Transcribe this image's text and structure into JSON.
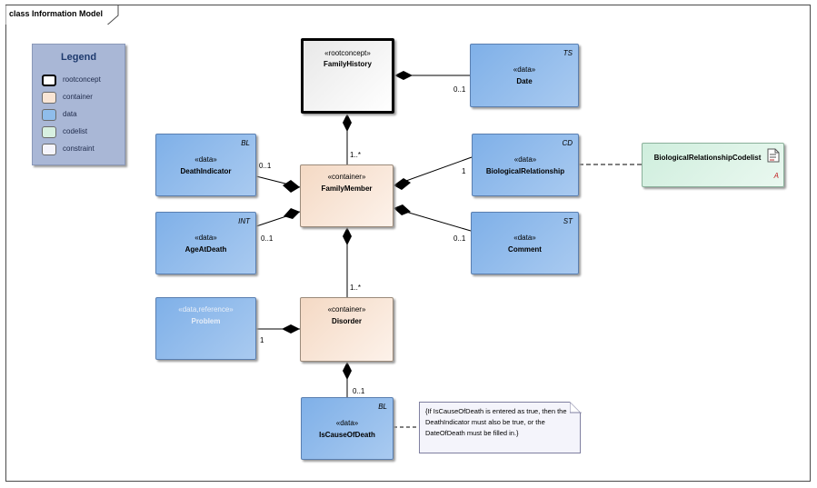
{
  "frame": {
    "title": "class Information Model"
  },
  "legend": {
    "title": "Legend",
    "items": [
      {
        "label": "rootconcept",
        "color": "#ffffff"
      },
      {
        "label": "container",
        "color": "#f9e5d5"
      },
      {
        "label": "data",
        "color": "#8fbdeb"
      },
      {
        "label": "codelist",
        "color": "#d7f0e1"
      },
      {
        "label": "constraint",
        "color": "#f4f4fb"
      }
    ]
  },
  "classes": {
    "family_history": {
      "stereotype": "«rootconcept»",
      "name": "FamilyHistory"
    },
    "date": {
      "stereotype": "«data»",
      "name": "Date",
      "type_tag": "TS"
    },
    "death_indicator": {
      "stereotype": "«data»",
      "name": "DeathIndicator",
      "type_tag": "BL"
    },
    "family_member": {
      "stereotype": "«container»",
      "name": "FamilyMember"
    },
    "biological_relationship": {
      "stereotype": "«data»",
      "name": "BiologicalRelationship",
      "type_tag": "CD"
    },
    "biological_relationship_codelist": {
      "name": "BiologicalRelationshipCodelist",
      "flag": "A"
    },
    "age_at_death": {
      "stereotype": "«data»",
      "name": "AgeAtDeath",
      "type_tag": "INT"
    },
    "comment": {
      "stereotype": "«data»",
      "name": "Comment",
      "type_tag": "ST"
    },
    "problem": {
      "stereotype": "«data,reference»",
      "name": "Problem"
    },
    "disorder": {
      "stereotype": "«container»",
      "name": "Disorder"
    },
    "is_cause_of_death": {
      "stereotype": "«data»",
      "name": "IsCauseOfDeath",
      "type_tag": "BL"
    }
  },
  "multiplicities": {
    "history_date": "0..1",
    "history_member": "1..*",
    "member_death_indicator": "0..1",
    "member_relationship": "1",
    "member_age_at_death": "0..1",
    "member_comment": "0..1",
    "member_disorder": "1..*",
    "disorder_problem": "1",
    "disorder_cause": "0..1"
  },
  "constraint_note": {
    "text": "{If IsCauseOfDeath is entered as true, then the DeathIndicator must also be true, or the DateOfDeath must be filled in.}"
  }
}
